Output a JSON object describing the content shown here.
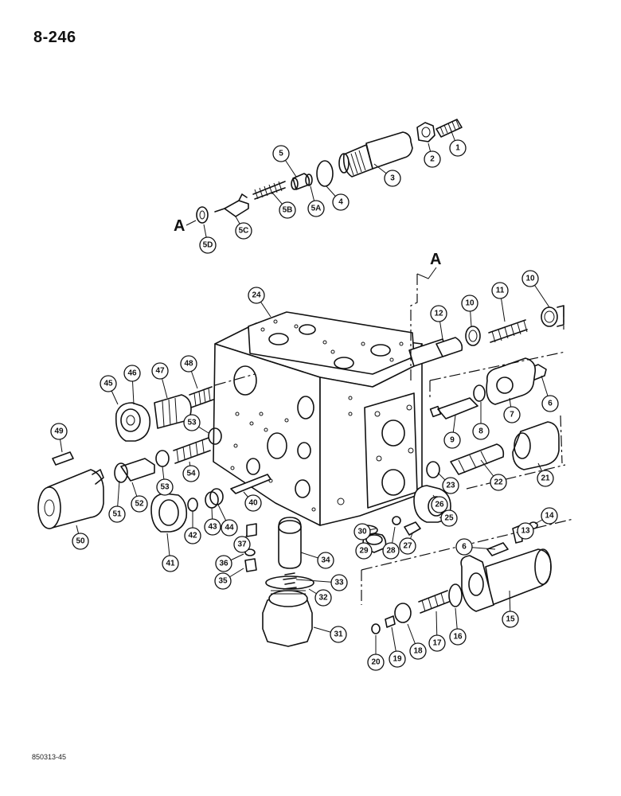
{
  "page": {
    "title": "8-246",
    "footer_code": "850313-45"
  },
  "reference_marks": {
    "upper": "A",
    "main": "A"
  },
  "callouts": [
    "1",
    "2",
    "3",
    "4",
    "5",
    "5A",
    "5B",
    "5C",
    "5D",
    "6",
    "6",
    "7",
    "8",
    "9",
    "10",
    "10",
    "11",
    "12",
    "13",
    "14",
    "15",
    "16",
    "17",
    "18",
    "19",
    "20",
    "21",
    "22",
    "23",
    "24",
    "25",
    "26",
    "27",
    "28",
    "29",
    "30",
    "31",
    "32",
    "33",
    "34",
    "35",
    "36",
    "37",
    "40",
    "41",
    "42",
    "43",
    "44",
    "45",
    "46",
    "47",
    "48",
    "49",
    "50",
    "51",
    "52",
    "53",
    "53",
    "54"
  ]
}
